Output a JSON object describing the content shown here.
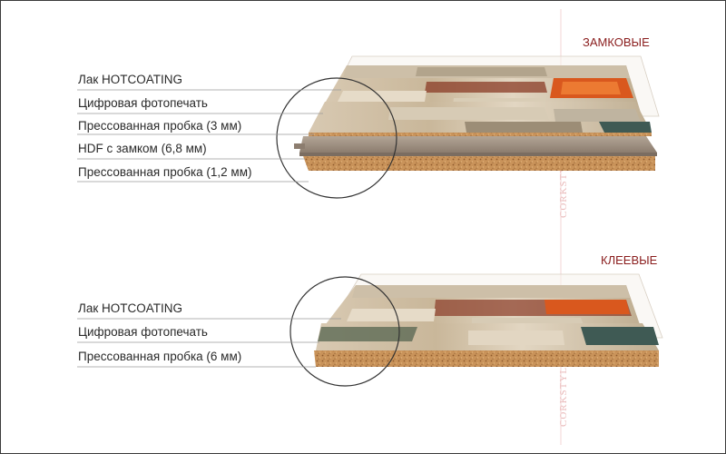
{
  "watermark": "CORKSTYLE",
  "sections": [
    {
      "heading": "ЗАМКОВЫЕ",
      "layers": [
        "Лак HOTCOATING",
        "Цифровая фотопечать",
        "Прессованная пробка (3 мм)",
        "HDF с замком (6,8 мм)",
        "Прессованная пробка (1,2 мм)"
      ]
    },
    {
      "heading": "КЛЕЕВЫЕ",
      "layers": [
        "Лак HOTCOATING",
        "Цифровая фотопечать",
        "Прессованная пробка (6 мм)"
      ]
    }
  ],
  "colors": {
    "heading": "#8a1d1d",
    "text": "#2a2a2a",
    "cork": "#c9935a",
    "hdf": "#9e8f82",
    "accent_orange": "#d9581e",
    "watermark": "#e9b9b9"
  }
}
